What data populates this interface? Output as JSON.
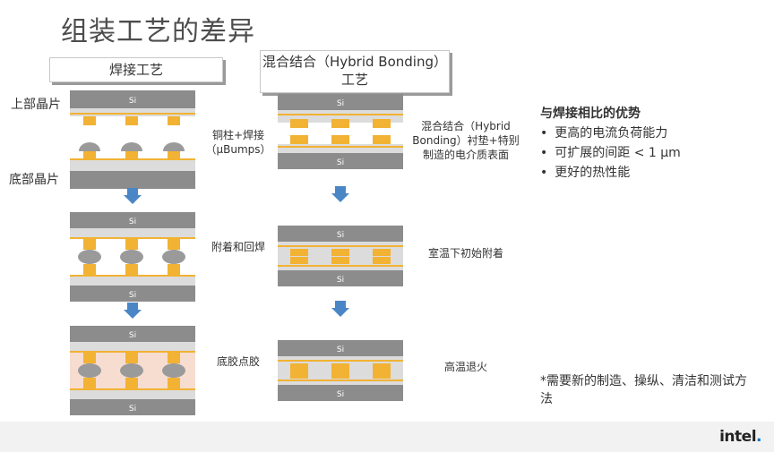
{
  "title": "组装工艺的差异",
  "solder_header": "焊接工艺",
  "hybrid_header_line1": "混合结合（Hybrid Bonding）",
  "hybrid_header_line2": "工艺",
  "top_die_label": "上部晶片",
  "bottom_die_label": "底部晶片",
  "si_label": "Si",
  "solder_steps": [
    {
      "line1": "铜柱+焊接",
      "line2": "（µBumps）"
    },
    {
      "line1": "附着和回焊",
      "line2": ""
    },
    {
      "line1": "底胶点胶",
      "line2": ""
    }
  ],
  "hybrid_steps": [
    {
      "line1": "混合结合（Hybrid",
      "line2": "Bonding）衬垫+特别",
      "line3": "制造的电介质表面"
    },
    {
      "line1": "室温下初始附着",
      "line2": "",
      "line3": ""
    },
    {
      "line1": "高温退火",
      "line2": "",
      "line3": ""
    }
  ],
  "advantages_title": "与焊接相比的优势",
  "advantages": [
    "更高的电流负荷能力",
    "可扩展的间距 < 1 µm",
    "更好的热性能"
  ],
  "footnote": "*需要新的制造、操纵、清洁和测试方法",
  "brand": "intel",
  "colors": {
    "si": "#8c8c8c",
    "pad": "#f2b233",
    "solder": "#9a9a9a",
    "underfill": "#f7ddd0",
    "arrow": "#4a86c5"
  }
}
